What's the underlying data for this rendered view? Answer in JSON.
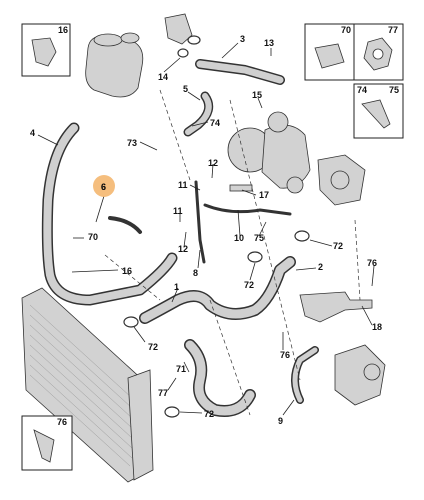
{
  "callouts": [
    {
      "id": "c3",
      "text": "3"
    },
    {
      "id": "c13",
      "text": "13"
    },
    {
      "id": "c14",
      "text": "14"
    },
    {
      "id": "c5",
      "text": "5"
    },
    {
      "id": "c15",
      "text": "15"
    },
    {
      "id": "c74a",
      "text": "74"
    },
    {
      "id": "c73",
      "text": "73"
    },
    {
      "id": "c4",
      "text": "4"
    },
    {
      "id": "c6",
      "text": "6"
    },
    {
      "id": "c70b",
      "text": "70"
    },
    {
      "id": "c12a",
      "text": "12"
    },
    {
      "id": "c11a",
      "text": "11"
    },
    {
      "id": "c17",
      "text": "17"
    },
    {
      "id": "c11b",
      "text": "11"
    },
    {
      "id": "c12b",
      "text": "12"
    },
    {
      "id": "c10",
      "text": "10"
    },
    {
      "id": "c75",
      "text": "75"
    },
    {
      "id": "c72a",
      "text": "72"
    },
    {
      "id": "c16b",
      "text": "16"
    },
    {
      "id": "c8",
      "text": "8"
    },
    {
      "id": "c72b",
      "text": "72"
    },
    {
      "id": "c2",
      "text": "2"
    },
    {
      "id": "c76a",
      "text": "76"
    },
    {
      "id": "c1",
      "text": "1"
    },
    {
      "id": "c18",
      "text": "18"
    },
    {
      "id": "c72c",
      "text": "72"
    },
    {
      "id": "c76b",
      "text": "76"
    },
    {
      "id": "c71",
      "text": "71"
    },
    {
      "id": "c77",
      "text": "77"
    },
    {
      "id": "c72d",
      "text": "72"
    },
    {
      "id": "c9",
      "text": "9"
    }
  ],
  "highlight": {
    "text": "6"
  },
  "corner_boxes": [
    {
      "id": "b16",
      "text": "16"
    },
    {
      "id": "b70",
      "text": "70"
    },
    {
      "id": "b77",
      "text": "77"
    },
    {
      "id": "b74",
      "text": "74"
    },
    {
      "id": "b75",
      "text": "75"
    },
    {
      "id": "b76",
      "text": "76"
    }
  ],
  "colors": {
    "highlight": "#f4b770",
    "parts": "#d2d2d2",
    "lines": "#333333"
  }
}
